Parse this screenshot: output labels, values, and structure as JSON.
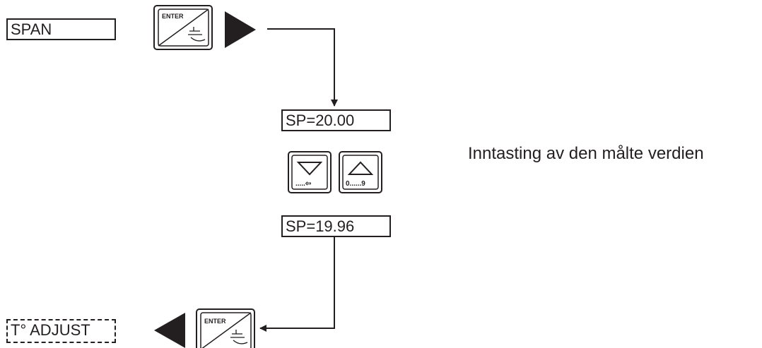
{
  "display_span": "SPAN",
  "display_sp_initial": "SP=20.00",
  "display_sp_adjusted": "SP=19.96",
  "display_t_adjust": "T° ADJUST",
  "key_enter_label": "ENTER",
  "key_down_hint": ".....⇦",
  "key_up_hint": "0......9",
  "instruction_text": "Inntasting av den målte verdien",
  "ink_color": "#231f20"
}
